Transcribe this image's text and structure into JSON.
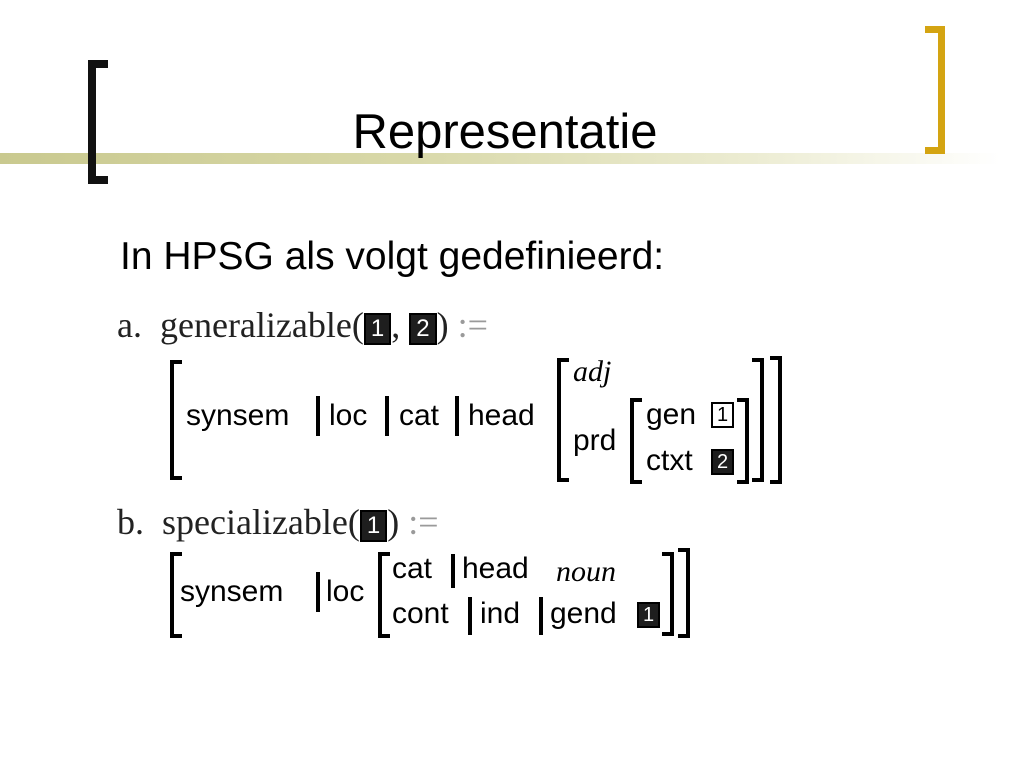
{
  "slide": {
    "title": "Representatie",
    "subtitle": "In HPSG als volgt gedefinieerd:"
  },
  "formula_a": {
    "label": "a.",
    "name": "generalizable(",
    "tag1": "1",
    "comma": ",",
    "tag2": "2",
    "close": ")",
    "assign": ":=",
    "path": [
      "synsem",
      "loc",
      "cat",
      "head"
    ],
    "type": "adj",
    "prd": "prd",
    "gen": "gen",
    "ctxt": "ctxt",
    "gen_tag": "1",
    "ctxt_tag": "2"
  },
  "formula_b": {
    "label": "b.",
    "name": "specializable(",
    "tag1": "1",
    "close": ")",
    "assign": ":=",
    "path": [
      "synsem",
      "loc"
    ],
    "row1": [
      "cat",
      "head"
    ],
    "row1_type": "noun",
    "row2": [
      "cont",
      "ind",
      "gend"
    ],
    "gend_tag": "1"
  },
  "colors": {
    "left_bracket": "#111111",
    "right_bracket": "#d4a412",
    "band": "#c9c98f"
  }
}
